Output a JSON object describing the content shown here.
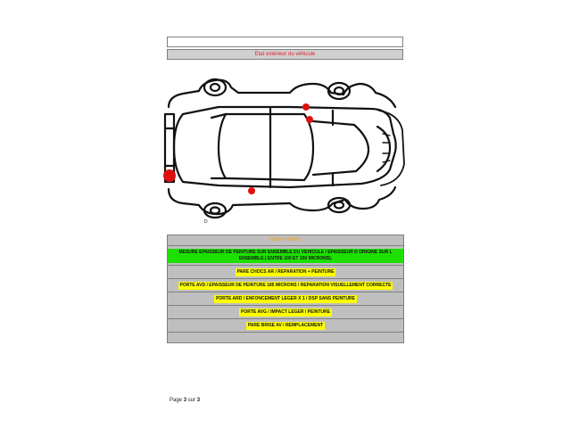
{
  "header": {
    "title": "Etat extérieur du véhicule"
  },
  "observations": {
    "title": "Observations",
    "items": [
      "MESURE EPAISSEUR DE PEINTURE SUR ENSEMBLE DU VEHICULE / EPAISSEUR D ORIGINE SUR L ENSEMBLE   ( ENTRE 100 ET 150 MICRONS).",
      "PARE CHOCS AR / REPARATION + PEINTURE",
      "PORTE AVD / EPAISSEUR DE PEINTURE 185 MICRONS / REPARATION VISUELLEMENT CORRECTE",
      "PORTE ARD / ENFONCEMENT LEGER X 1 / DSP SANS PEINTURE",
      "PORTE AVG / IMPACT LEGER / PEINTURE",
      "PARE BRISE AV / REMPLACEMENT"
    ]
  },
  "diagram": {
    "corner_label": "D",
    "marker_color": "#e01010"
  },
  "footer": {
    "page_word": "Page",
    "page_current": "3",
    "page_sep": "sur",
    "page_total": "3"
  }
}
